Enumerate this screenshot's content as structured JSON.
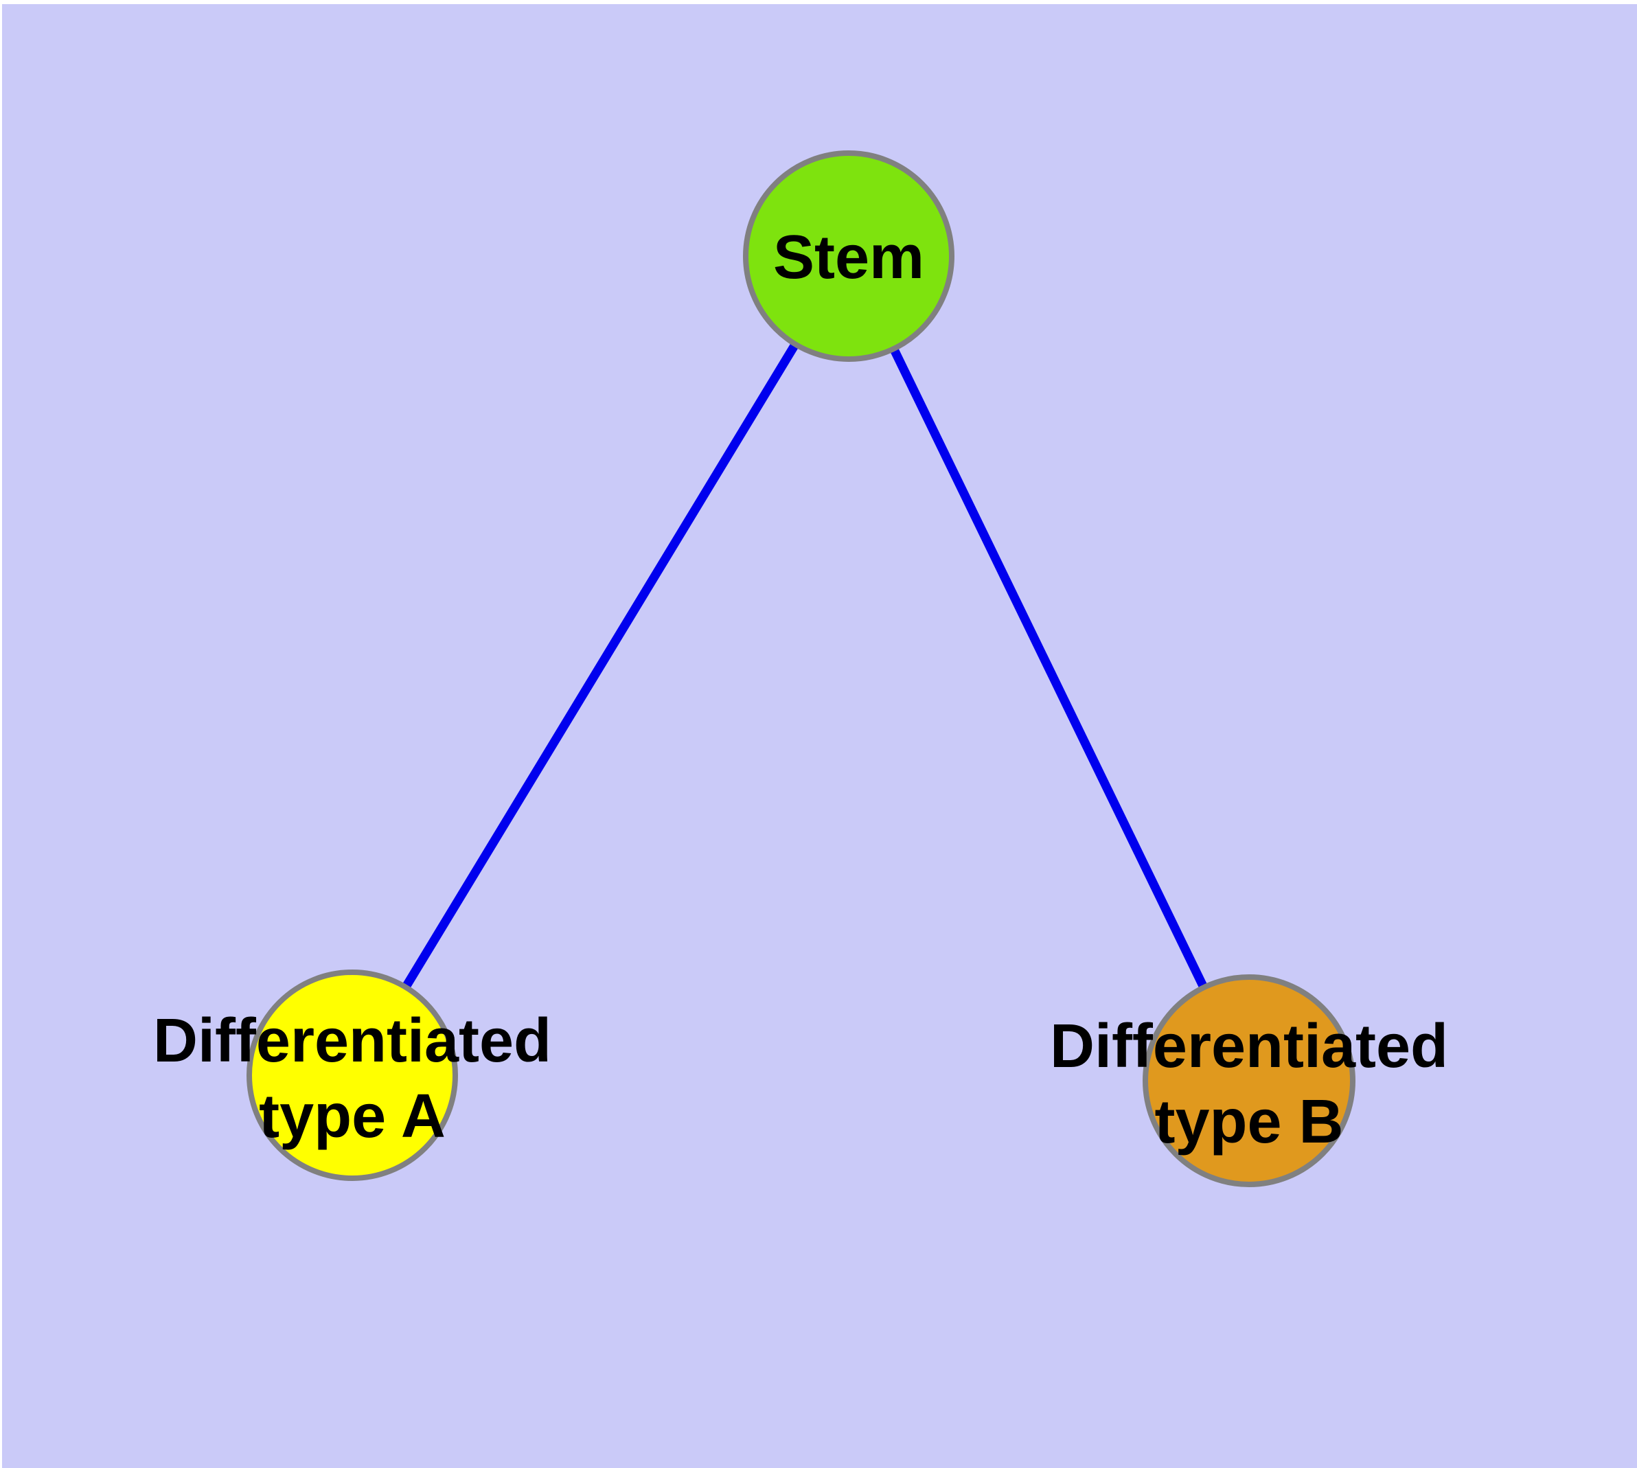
{
  "diagram": {
    "type": "graph",
    "description": "Cell differentiation hierarchy graph: one stem node connected to two differentiated cell type nodes",
    "background_color": "#CACAF8",
    "margin_color": "#FFFFFF",
    "edge_color": "#0000EE",
    "node_border_color": "#808080",
    "label_color": "#000000",
    "nodes": {
      "stem": {
        "label": "Stem",
        "fill": "#7EE30E"
      },
      "type_a": {
        "label_line1": "Differentiated",
        "label_line2": "type A",
        "fill": "#FFFF00"
      },
      "type_b": {
        "label_line1": "Differentiated",
        "label_line2": "type B",
        "fill": "#E0991E"
      }
    },
    "edges": [
      {
        "from": "Stem",
        "to": "Differentiated type A"
      },
      {
        "from": "Stem",
        "to": "Differentiated type B"
      }
    ]
  }
}
